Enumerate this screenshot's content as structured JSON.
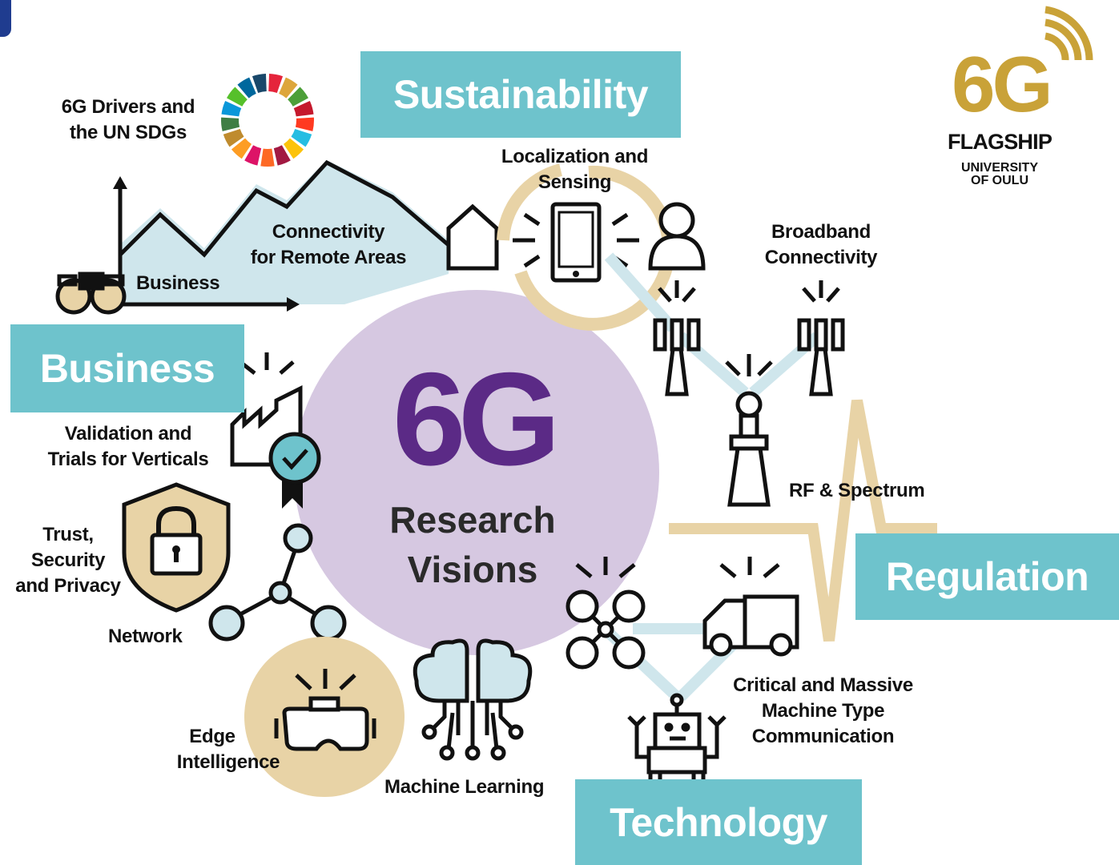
{
  "banners": {
    "sustainability": "Sustainability",
    "business": "Business",
    "regulation": "Regulation",
    "technology": "Technology"
  },
  "center": {
    "big": "6G",
    "line1": "Research",
    "line2": "Visions"
  },
  "labels": {
    "drivers": [
      "6G Drivers and",
      "the UN SDGs"
    ],
    "remote": [
      "Connectivity",
      "for Remote Areas"
    ],
    "business_small": "Business",
    "localization": [
      "Localization and",
      "Sensing"
    ],
    "broadband": [
      "Broadband",
      "Connectivity"
    ],
    "validation": [
      "Validation and",
      "Trials for Verticals"
    ],
    "trust": [
      "Trust,",
      "Security",
      "and Privacy"
    ],
    "network": "Network",
    "rf": "RF & Spectrum",
    "edge": [
      "Edge",
      "Intelligence"
    ],
    "ml": "Machine Learning",
    "critical": [
      "Critical and Massive",
      "Machine Type",
      "Communication"
    ]
  },
  "logo": {
    "mark": "6G",
    "name": "FLAGSHIP",
    "university": [
      "UNIVERSITY",
      "OF OULU"
    ]
  },
  "colors": {
    "teal": "#6ec3cc",
    "light_blue": "#cfe6ec",
    "purple_circle": "#d6c8e1",
    "purple_text": "#5b2a86",
    "gold": "#c9a238",
    "beige": "#e8d3a6"
  },
  "sdg_colors": [
    "#e5243b",
    "#dda63a",
    "#4c9f38",
    "#c5192d",
    "#ff3a21",
    "#26bde2",
    "#fcc30b",
    "#a21942",
    "#fd6925",
    "#dd1367",
    "#fd9d24",
    "#bf8b2e",
    "#3f7e44",
    "#0a97d9",
    "#56c02b",
    "#00689d",
    "#19486a"
  ]
}
